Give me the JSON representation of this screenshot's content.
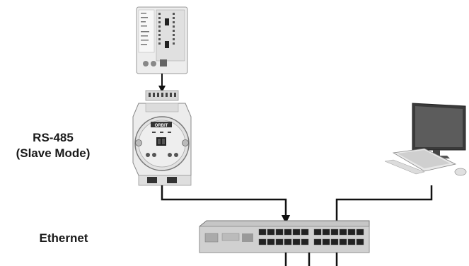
{
  "labels": {
    "rs485_line1": "RS-485",
    "rs485_line2": "(Slave Mode)",
    "ethernet": "Ethernet"
  },
  "device_labels": {
    "converter_brand": "ORBIT"
  },
  "icons": [
    "plc-controller-icon",
    "rs485-converter-icon",
    "ethernet-switch-icon",
    "computer-workstation-icon"
  ],
  "colors": {
    "cable": "#111111",
    "device_body": "#e6e6e6",
    "switch_body": "#c8c8c8"
  }
}
